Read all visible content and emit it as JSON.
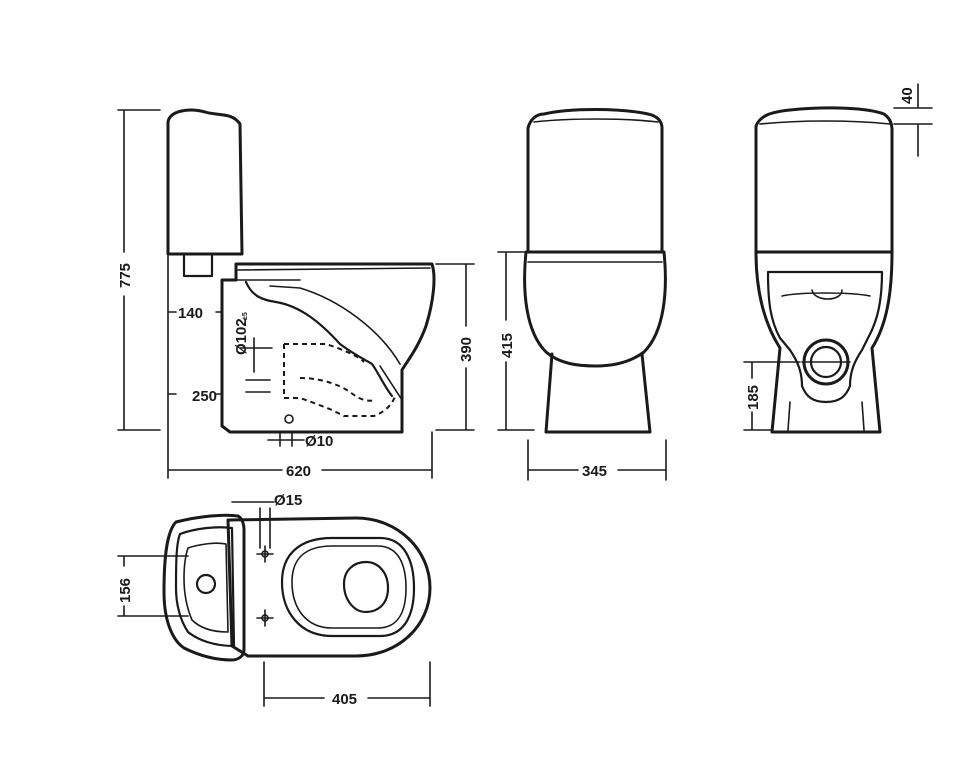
{
  "dimensions": {
    "total_height": "775",
    "inlet_height": "140",
    "outlet_diameter": "Ø102",
    "outlet_diameter_tolerance": "±5",
    "outlet_height": "250",
    "fixing_hole_diameter": "Ø10",
    "total_length": "620",
    "bowl_height": "390",
    "front_height": "415",
    "front_width": "345",
    "lid_thickness": "40",
    "outlet_center_height": "185",
    "top_bolt_diameter": "Ø15",
    "tank_depth": "156",
    "bowl_length": "405"
  },
  "colors": {
    "line": "#1a1a1a",
    "background": "#ffffff"
  }
}
